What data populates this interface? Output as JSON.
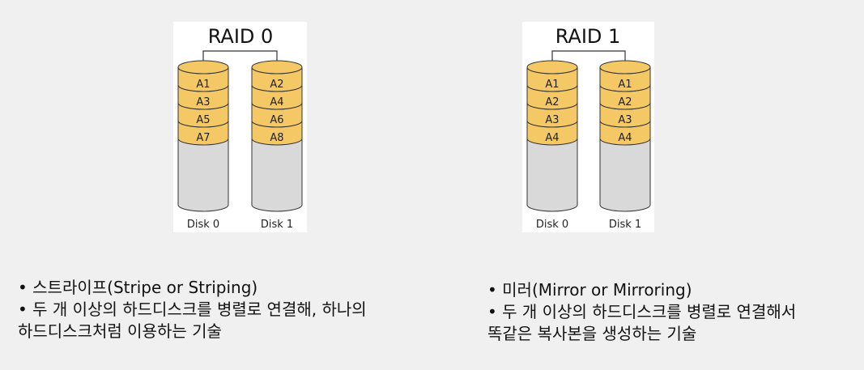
{
  "raid0": {
    "title": "RAID 0",
    "disks": [
      {
        "label": "Disk 0",
        "blocks": [
          "A1",
          "A3",
          "A5",
          "A7"
        ]
      },
      {
        "label": "Disk 1",
        "blocks": [
          "A2",
          "A4",
          "A6",
          "A8"
        ]
      }
    ],
    "caption": [
      "• 스트라이프(Stripe or Striping)",
      "• 두 개 이상의 하드디스크를 병렬로 연결해, 하나의",
      "하드디스크처럼 이용하는 기술"
    ]
  },
  "raid1": {
    "title": "RAID 1",
    "disks": [
      {
        "label": "Disk 0",
        "blocks": [
          "A1",
          "A2",
          "A3",
          "A4"
        ]
      },
      {
        "label": "Disk 1",
        "blocks": [
          "A1",
          "A2",
          "A3",
          "A4"
        ]
      }
    ],
    "caption": [
      "• 미러(Mirror or Mirroring)",
      "• 두 개 이상의 하드디스크를 병렬로 연결해서",
      "똑같은 복사본을 생성하는 기술"
    ]
  },
  "colors": {
    "block_fill": "#f3c865",
    "disk_fill": "#d9d9d9",
    "stroke": "#333333",
    "panel_bg": "#ffffff",
    "page_bg": "#f0f0f0"
  }
}
